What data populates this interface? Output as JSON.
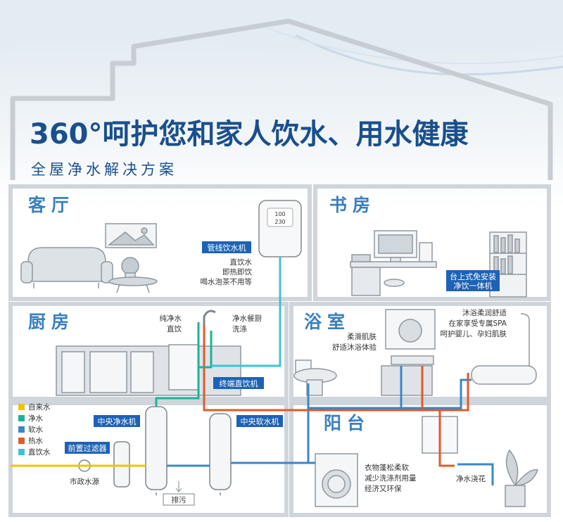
{
  "header": {
    "title": "360°呵护您和家人饮水、用水健康",
    "subtitle": "全屋净水解决方案"
  },
  "rooms": {
    "living": "客厅",
    "study": "书房",
    "kitchen": "厨房",
    "bath": "浴室",
    "balcony": "阳台"
  },
  "device_display": {
    "top": "100",
    "bottom": "230"
  },
  "tags": {
    "pipeline_dispenser": "管线饮水机",
    "countertop": [
      "台上式免安装",
      "净饮一体机"
    ],
    "terminal": "终端直饮机",
    "central_purifier": "中央净水机",
    "central_softener": "中央软水机",
    "pre_filter": "前置过滤器"
  },
  "notes": {
    "living": [
      "直饮水",
      "即热即饮",
      "喝水泡茶不用等"
    ],
    "kitchen_left": [
      "纯净水",
      "直饮"
    ],
    "kitchen_right": [
      "净水餐厨",
      "洗涤"
    ],
    "bath_left": [
      "柔滑肌肤",
      "舒适沐浴体验"
    ],
    "bath_right": [
      "沐浴柔润舒适",
      "在家享受专属SPA",
      "呵护婴儿、孕妇肌肤"
    ],
    "laundry": [
      "衣物蓬松柔软",
      "减少洗涤剂用量",
      "经济又环保"
    ],
    "plants": "净水浇花",
    "municipal": "市政水源",
    "drain": "排污"
  },
  "legend": [
    {
      "label": "自来水",
      "color": "#f2c200"
    },
    {
      "label": "净水",
      "color": "#1bb39b"
    },
    {
      "label": "软水",
      "color": "#3a87c8"
    },
    {
      "label": "热水",
      "color": "#e05a2a"
    },
    {
      "label": "直饮水",
      "color": "#3cc3d6"
    }
  ],
  "colors": {
    "tap": "#f2c200",
    "pure": "#1bb39b",
    "soft": "#3a87c8",
    "hot": "#e05a2a",
    "drink": "#3cc3d6",
    "tag": "#1d63b5"
  }
}
